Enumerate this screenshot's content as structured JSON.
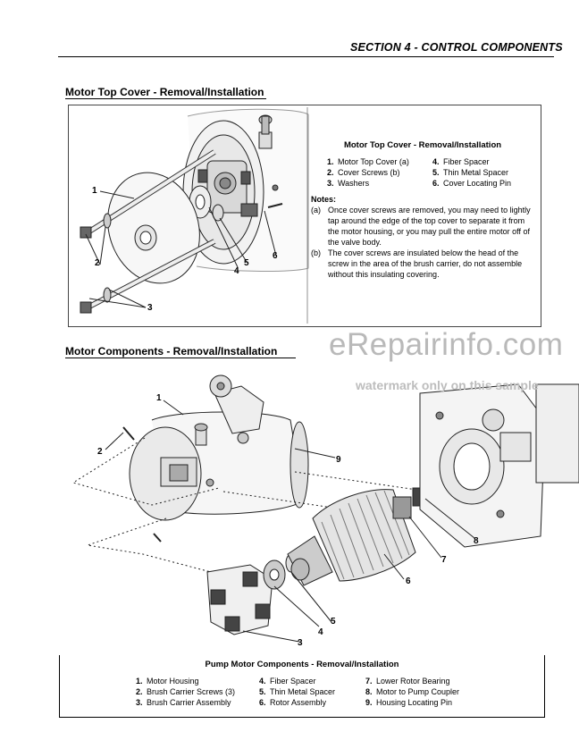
{
  "header": {
    "section_title": "SECTION 4 - CONTROL COMPONENTS"
  },
  "figure1": {
    "heading": "Motor Top Cover - Removal/Installation",
    "caption_title": "Motor Top Cover - Removal/Installation",
    "legend": [
      {
        "num": "1.",
        "label": "Motor Top Cover (a)"
      },
      {
        "num": "4.",
        "label": "Fiber Spacer"
      },
      {
        "num": "2.",
        "label": "Cover Screws (b)"
      },
      {
        "num": "5.",
        "label": "Thin Metal Spacer"
      },
      {
        "num": "3.",
        "label": "Washers"
      },
      {
        "num": "6.",
        "label": "Cover Locating Pin"
      }
    ],
    "notes_label": "Notes:",
    "notes": [
      {
        "tag": "(a)",
        "text": "Once cover screws are removed, you may need to lightly tap around the edge of the top cover to separate it from the motor housing, or you may pull the entire motor off of the valve body."
      },
      {
        "tag": "(b)",
        "text": "The cover screws are insulated below the head of the screw in the area of the brush carrier, do not assemble without this insulating covering."
      }
    ],
    "callouts": {
      "c1": "1",
      "c2": "2",
      "c3": "3",
      "c4": "4",
      "c5": "5",
      "c6": "6"
    }
  },
  "figure2": {
    "heading": "Motor Components - Removal/Installation",
    "caption_title": "Pump Motor Components - Removal/Installation",
    "legend": [
      {
        "num": "1.",
        "label": "Motor Housing"
      },
      {
        "num": "4.",
        "label": "Fiber Spacer"
      },
      {
        "num": "7.",
        "label": "Lower Rotor Bearing"
      },
      {
        "num": "2.",
        "label": "Brush Carrier Screws (3)"
      },
      {
        "num": "5.",
        "label": "Thin Metal Spacer"
      },
      {
        "num": "8.",
        "label": "Motor to Pump Coupler"
      },
      {
        "num": "3.",
        "label": "Brush Carrier Assembly"
      },
      {
        "num": "6.",
        "label": "Rotor Assembly"
      },
      {
        "num": "9.",
        "label": "Housing Locating Pin"
      }
    ],
    "callouts": {
      "c1": "1",
      "c2": "2",
      "c3": "3",
      "c4": "4",
      "c5": "5",
      "c6": "6",
      "c7": "7",
      "c8": "8",
      "c9": "9"
    }
  },
  "watermark": {
    "brand": "eRepairinfo.com",
    "note": "watermark only on this sample"
  }
}
